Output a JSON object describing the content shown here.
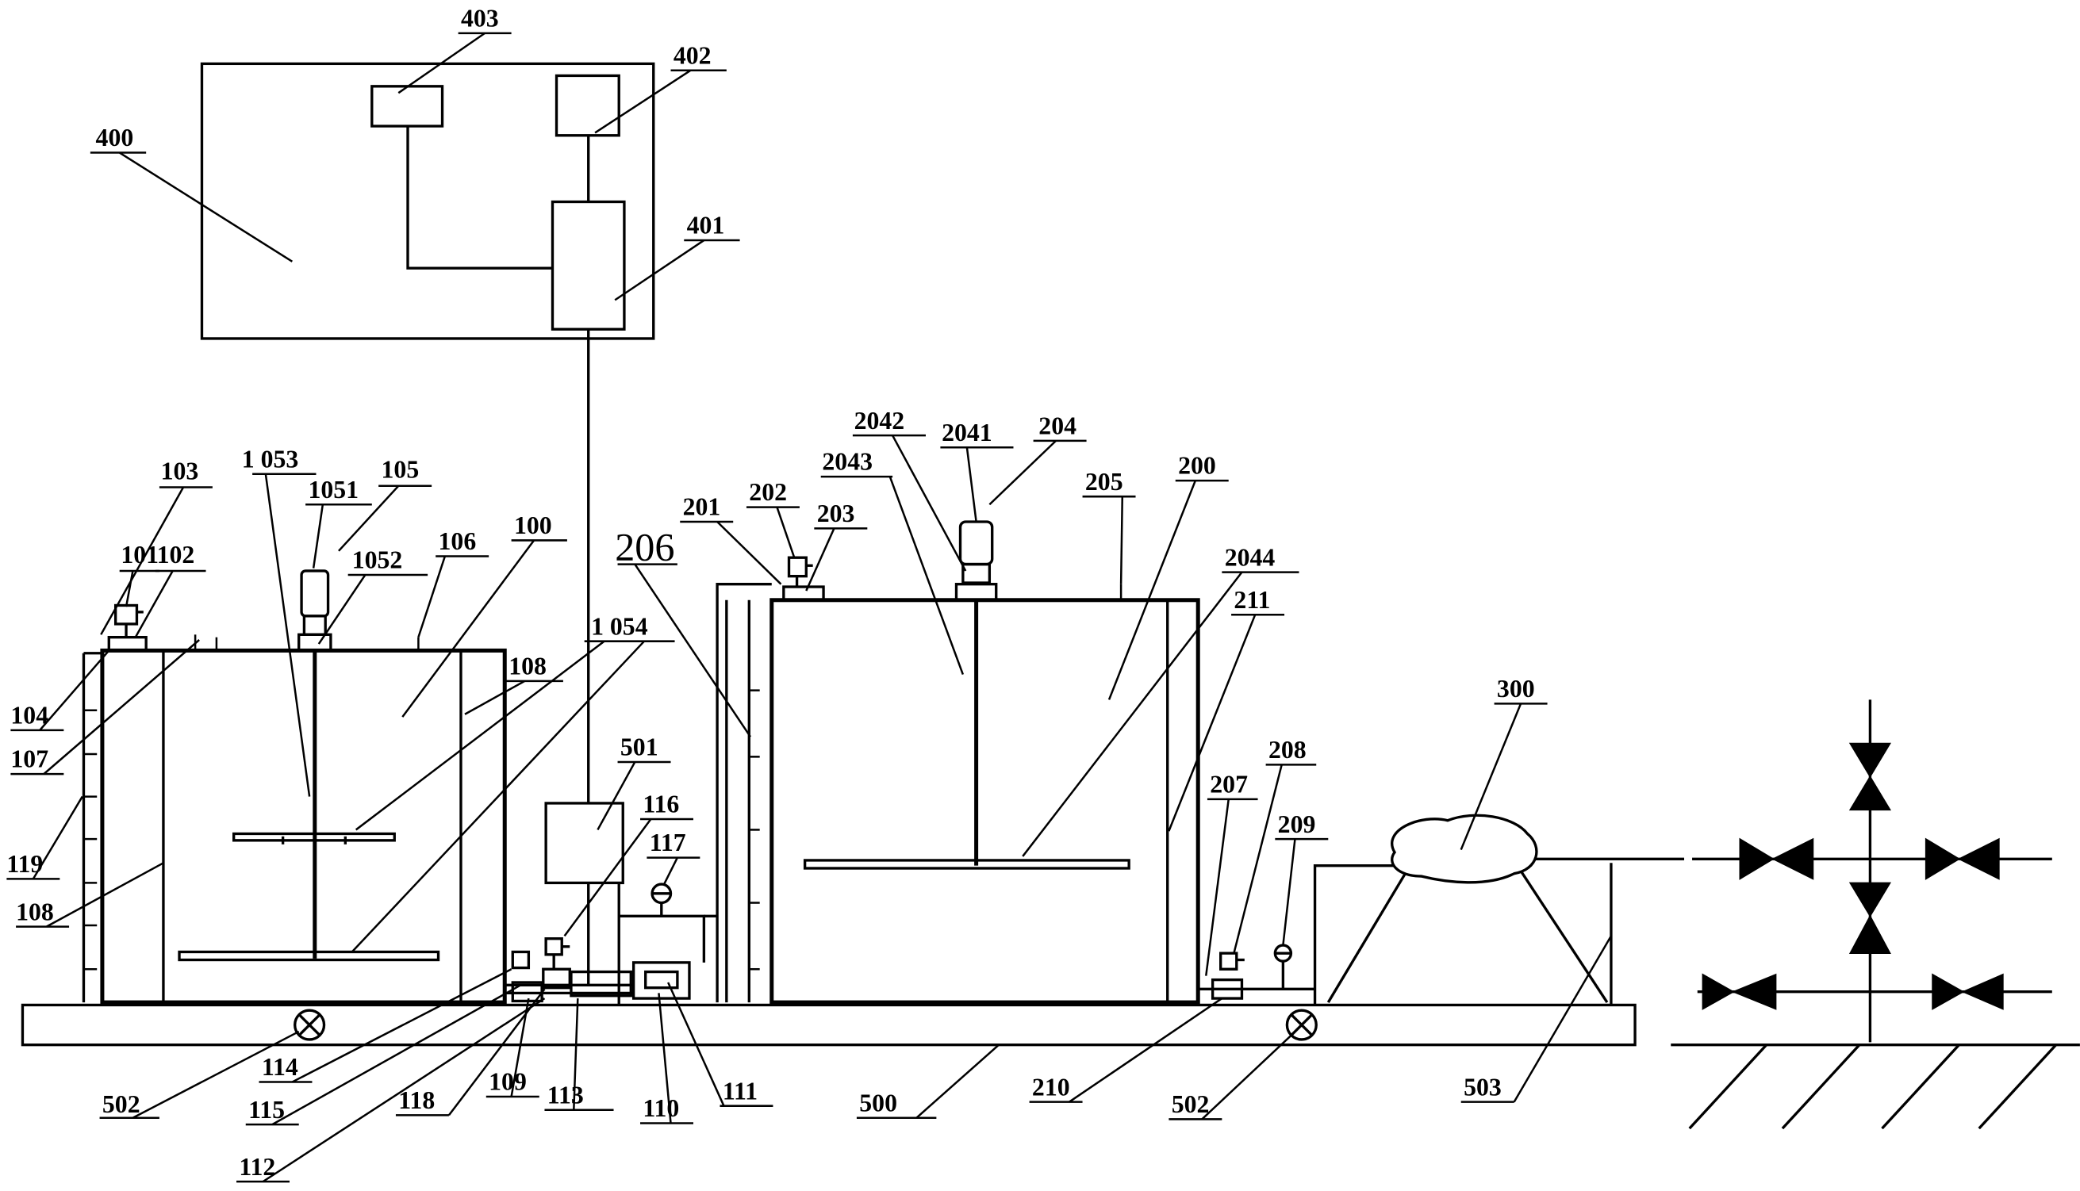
{
  "labels": {
    "l400": "400",
    "l403": "403",
    "l402": "402",
    "l401": "401",
    "l103": "103",
    "l1053": "1 053",
    "l1051": "1051",
    "l105": "105",
    "l101": "101",
    "l102": "102",
    "l1052": "1052",
    "l106": "106",
    "l100": "100",
    "l104": "104",
    "l107": "107",
    "l108a": "108",
    "l1054": "1 054",
    "l119": "119",
    "l108b": "108",
    "l501": "501",
    "l116": "116",
    "l117": "117",
    "l206": "206",
    "l201": "201",
    "l202": "202",
    "l203": "203",
    "l2042": "2042",
    "l2041": "2041",
    "l204": "204",
    "l2043": "2043",
    "l205": "205",
    "l200": "200",
    "l2044": "2044",
    "l211": "211",
    "l207": "207",
    "l208": "208",
    "l209": "209",
    "l300": "300",
    "l502a": "502",
    "l114": "114",
    "l115": "115",
    "l118": "118",
    "l109": "109",
    "l113": "113",
    "l110": "110",
    "l111": "111",
    "l500": "500",
    "l210": "210",
    "l502b": "502",
    "l503": "503",
    "l112": "112"
  }
}
